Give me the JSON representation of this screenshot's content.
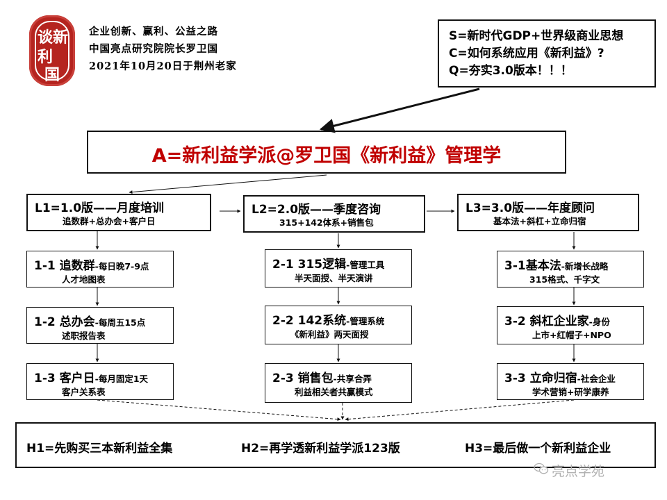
{
  "seal": {
    "chars": [
      "谈",
      "新",
      "利",
      "国"
    ]
  },
  "header": {
    "line1": "企业创新、赢利、公益之路",
    "line2": "中国亮点研究院院长罗卫国",
    "line3": "2021年10月20日于荆州老家"
  },
  "scq": {
    "s": "S=新时代GDP+世界级商业思想",
    "c": "C=如何系统应用《新利益》?",
    "q": "Q=夯实3.0版本！！！"
  },
  "main": {
    "title": "A=新利益学派@罗卫国《新利益》管理学"
  },
  "levels": [
    {
      "title": "L1=1.0版——月度培训",
      "sub": "追数群+总办会+客户日"
    },
    {
      "title": "L2=2.0版——季度咨询",
      "sub": "315+142体系+销售包"
    },
    {
      "title": "L3=3.0版——年度顾问",
      "sub": "基本法+斜杠+立命归宿"
    }
  ],
  "items": {
    "c1": [
      {
        "big": "1-1 追数群",
        "small": "-每日晚7-9点",
        "sub": "人才地图表"
      },
      {
        "big": "1-2 总办会",
        "small": "-每周五15点",
        "sub": "述职报告表"
      },
      {
        "big": "1-3 客户日",
        "small": "-每月固定1天",
        "sub": "客户关系表"
      }
    ],
    "c2": [
      {
        "big": "2-1 315逻辑",
        "small": "-管理工具",
        "sub": "半天面授、半天演讲"
      },
      {
        "big": "2-2 142系统",
        "small": "-管理系统",
        "sub": "《新利益》两天面授"
      },
      {
        "big": "2-3 销售包",
        "small": "-共享合弄",
        "sub": "利益相关者共赢模式"
      }
    ],
    "c3": [
      {
        "big": "3-1基本法",
        "small": "-新增长战略",
        "sub": "315格式、千字文"
      },
      {
        "big": "3-2 斜杠企业家",
        "small": "-身份",
        "sub": "上市+红帽子+NPO"
      },
      {
        "big": "3-3 立命归宿",
        "small": "-社会企业",
        "sub": "学术营销+研学康养"
      }
    ]
  },
  "bottom": {
    "h1": "H1=先购买三本新利益全集",
    "h2": "H2=再学透新利益学派123版",
    "h3": "H3=最后做一个新利益企业"
  },
  "watermark": {
    "text": "亮点学苑",
    "icon": "wechat-icon"
  },
  "colors": {
    "title_red": "#c00000",
    "seal_red": "#b5241f"
  }
}
